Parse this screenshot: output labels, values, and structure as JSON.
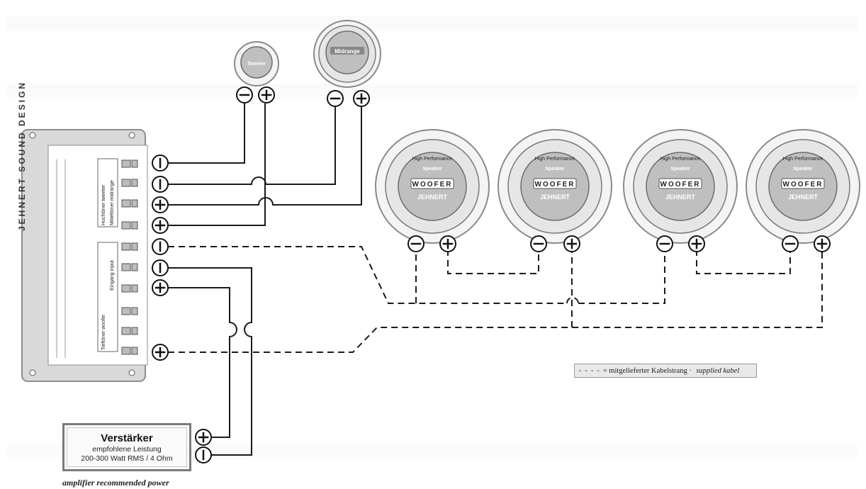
{
  "amplifier": {
    "title": "Verstärker",
    "subtitle": "empfohlene Leistung",
    "power": "200-300 Watt RMS / 4 Ohm",
    "caption_en": "amplifier recommended power"
  },
  "legend": {
    "dash_symbol": "- - - -",
    "text_de": "= mitgelieferter Kabelstrang",
    "separator": "·",
    "text_en": "supplied kabel"
  },
  "crossover": {
    "brand": "JEHNERT SOUND DESIGN",
    "section_high": "Hochtöner tweeter",
    "section_mid": "Mitteltöner midrange",
    "section_low": "Tieftöner woofer",
    "section_input": "Eingang input"
  },
  "tweeter": {
    "label": "Tweeter"
  },
  "midrange": {
    "label": "Midrange"
  },
  "woofers": [
    {
      "label": "WOOFER",
      "brand": "JEHNERT",
      "arc": "High Performance",
      "sub": "Speaker"
    },
    {
      "label": "WOOFER",
      "brand": "JEHNERT",
      "arc": "High Performance",
      "sub": "Speaker"
    },
    {
      "label": "WOOFER",
      "brand": "JEHNERT",
      "arc": "High Performance",
      "sub": "Speaker"
    },
    {
      "label": "WOOFER",
      "brand": "JEHNERT",
      "arc": "High Performance",
      "sub": "Speaker"
    }
  ],
  "colors": {
    "wire": "#1a1a1a",
    "housing": "#d9d9d9",
    "speaker_cone": "#bfbfbf",
    "background": "#ffffff"
  }
}
